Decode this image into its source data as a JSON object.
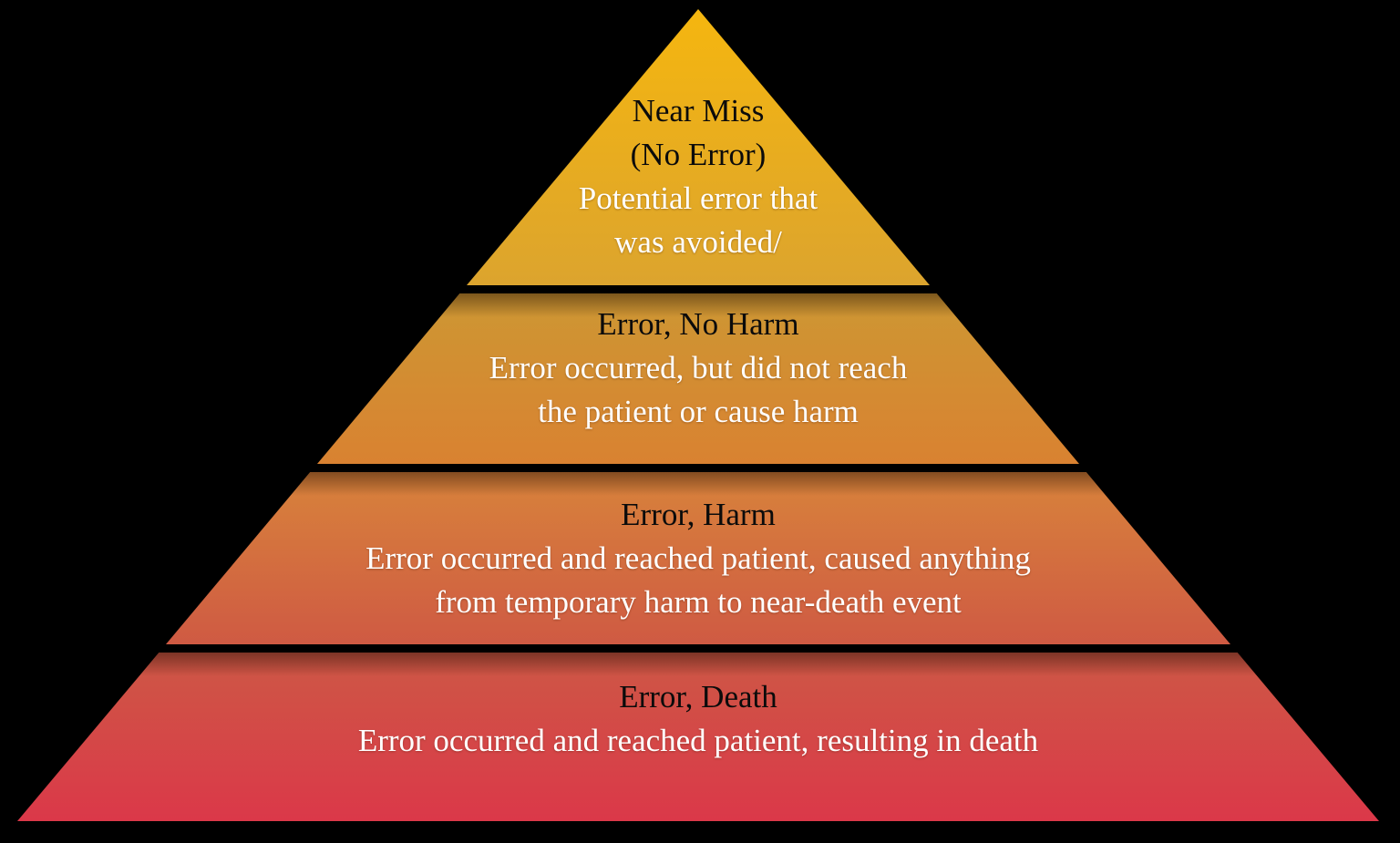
{
  "background_color": "#000000",
  "diagram": {
    "name": "Patient safety error severity pyramid",
    "levels": [
      {
        "id": "near-miss",
        "heading_lines": [
          "Near Miss",
          "(No Error)"
        ],
        "body_lines": [
          "Potential error that",
          "was avoided/"
        ],
        "colors": {
          "top": "#F5B60F",
          "bottom": "#DCA42E"
        },
        "heading_text_color": "#0b0b0b",
        "body_text_color": "#ffffff"
      },
      {
        "id": "error-no-harm",
        "heading_lines": [
          "Error, No Harm"
        ],
        "body_lines": [
          "Error occurred, but did not reach",
          "the patient or cause harm"
        ],
        "colors": {
          "top": "#CD9733",
          "bottom": "#D98231"
        },
        "heading_text_color": "#0b0b0b",
        "body_text_color": "#ffffff"
      },
      {
        "id": "error-harm",
        "heading_lines": [
          "Error, Harm"
        ],
        "body_lines": [
          "Error occurred and reached patient, caused anything",
          "from temporary harm to near-death event"
        ],
        "colors": {
          "top": "#D8833B",
          "bottom": "#CF5A43"
        },
        "heading_text_color": "#0b0b0b",
        "body_text_color": "#ffffff"
      },
      {
        "id": "error-death",
        "heading_lines": [
          "Error, Death"
        ],
        "body_lines": [
          "Error occurred and reached patient, resulting in death"
        ],
        "colors": {
          "top": "#CD5845",
          "bottom": "#DB3849"
        },
        "heading_text_color": "#0b0b0b",
        "body_text_color": "#ffffff"
      }
    ]
  }
}
